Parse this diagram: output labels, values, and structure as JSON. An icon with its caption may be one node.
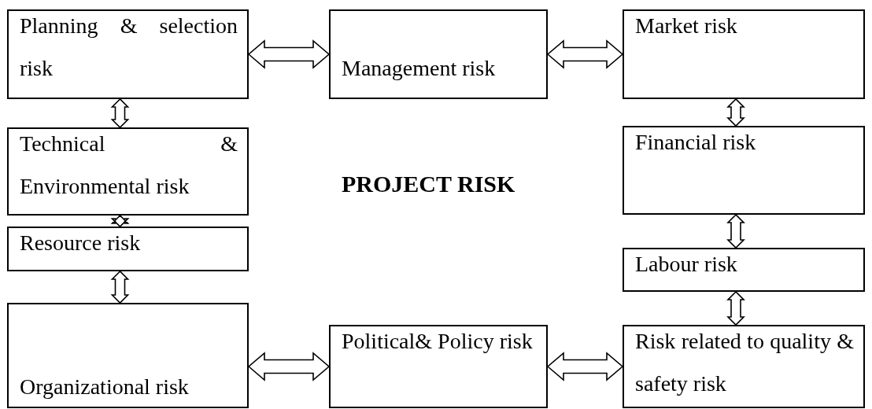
{
  "diagram": {
    "title": "PROJECT RISK",
    "nodes": [
      {
        "text": [
          "Planning & selection risk"
        ]
      },
      {
        "text": [
          "Management risk"
        ]
      },
      {
        "text": [
          "Market risk"
        ]
      },
      {
        "text": [
          "Technical & Environmental risk"
        ]
      },
      {
        "text": [
          "Financial risk"
        ]
      },
      {
        "text": [
          "Resource risk"
        ]
      },
      {
        "text": [
          "Labour risk"
        ]
      },
      {
        "text": [
          "Organizational risk"
        ]
      },
      {
        "text": [
          "Political& Policy risk"
        ]
      },
      {
        "text": [
          "Risk related to quality & safety risk"
        ]
      }
    ],
    "edges": [
      {
        "from": 0,
        "to": 1,
        "arrow": "both"
      },
      {
        "from": 1,
        "to": 2,
        "arrow": "both"
      },
      {
        "from": 0,
        "to": 3,
        "arrow": "both"
      },
      {
        "from": 2,
        "to": 4,
        "arrow": "both"
      },
      {
        "from": 3,
        "to": 5,
        "arrow": "both"
      },
      {
        "from": 4,
        "to": 6,
        "arrow": "both"
      },
      {
        "from": 5,
        "to": 7,
        "arrow": "both"
      },
      {
        "from": 6,
        "to": 9,
        "arrow": "both"
      },
      {
        "from": 7,
        "to": 8,
        "arrow": "both"
      },
      {
        "from": 8,
        "to": 9,
        "arrow": "both"
      }
    ]
  }
}
